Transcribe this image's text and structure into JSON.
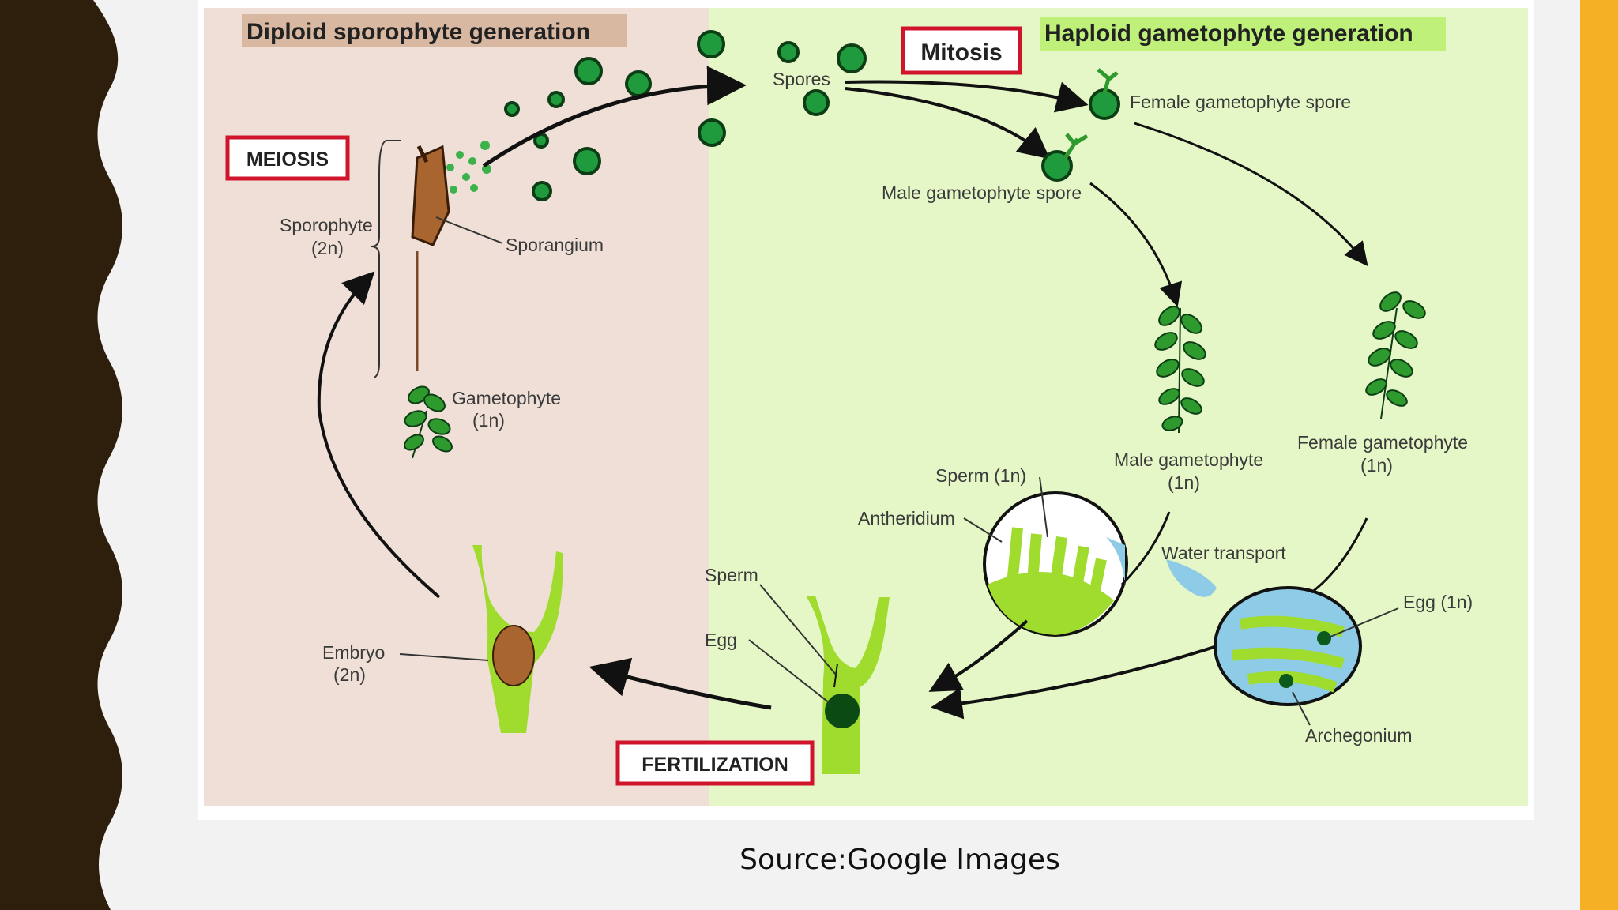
{
  "diagram": {
    "headers": {
      "diploid": "Diploid sporophyte generation",
      "haploid": "Haploid gametophyte generation"
    },
    "stages": {
      "meiosis": "MEIOSIS",
      "mitosis": "Mitosis",
      "fertilization": "FERTILIZATION"
    },
    "labels": {
      "spores": "Spores",
      "female_spore": "Female gametophyte spore",
      "male_spore": "Male gametophyte spore",
      "sporophyte": "Sporophyte",
      "sporophyte_ploidy": "(2n)",
      "sporangium": "Sporangium",
      "gametophyte": "Gametophyte",
      "gametophyte_ploidy": "(1n)",
      "male_gametophyte": "Male gametophyte",
      "male_gametophyte_ploidy": "(1n)",
      "female_gametophyte": "Female gametophyte",
      "female_gametophyte_ploidy": "(1n)",
      "sperm_1n": "Sperm (1n)",
      "antheridium": "Antheridium",
      "water_transport": "Water transport",
      "egg_1n": "Egg (1n)",
      "archegonium": "Archegonium",
      "sperm": "Sperm",
      "egg": "Egg",
      "embryo": "Embryo",
      "embryo_ploidy": "(2n)"
    },
    "colors": {
      "diploid_bg": "#efdfd6",
      "haploid_bg": "#e6f7c7",
      "box_border": "#d0142c",
      "spore_green": "#1f9a3c",
      "plant_green": "#9fdc2e",
      "water_blue": "#8ecbe6"
    }
  },
  "caption": "Source:Google Images"
}
